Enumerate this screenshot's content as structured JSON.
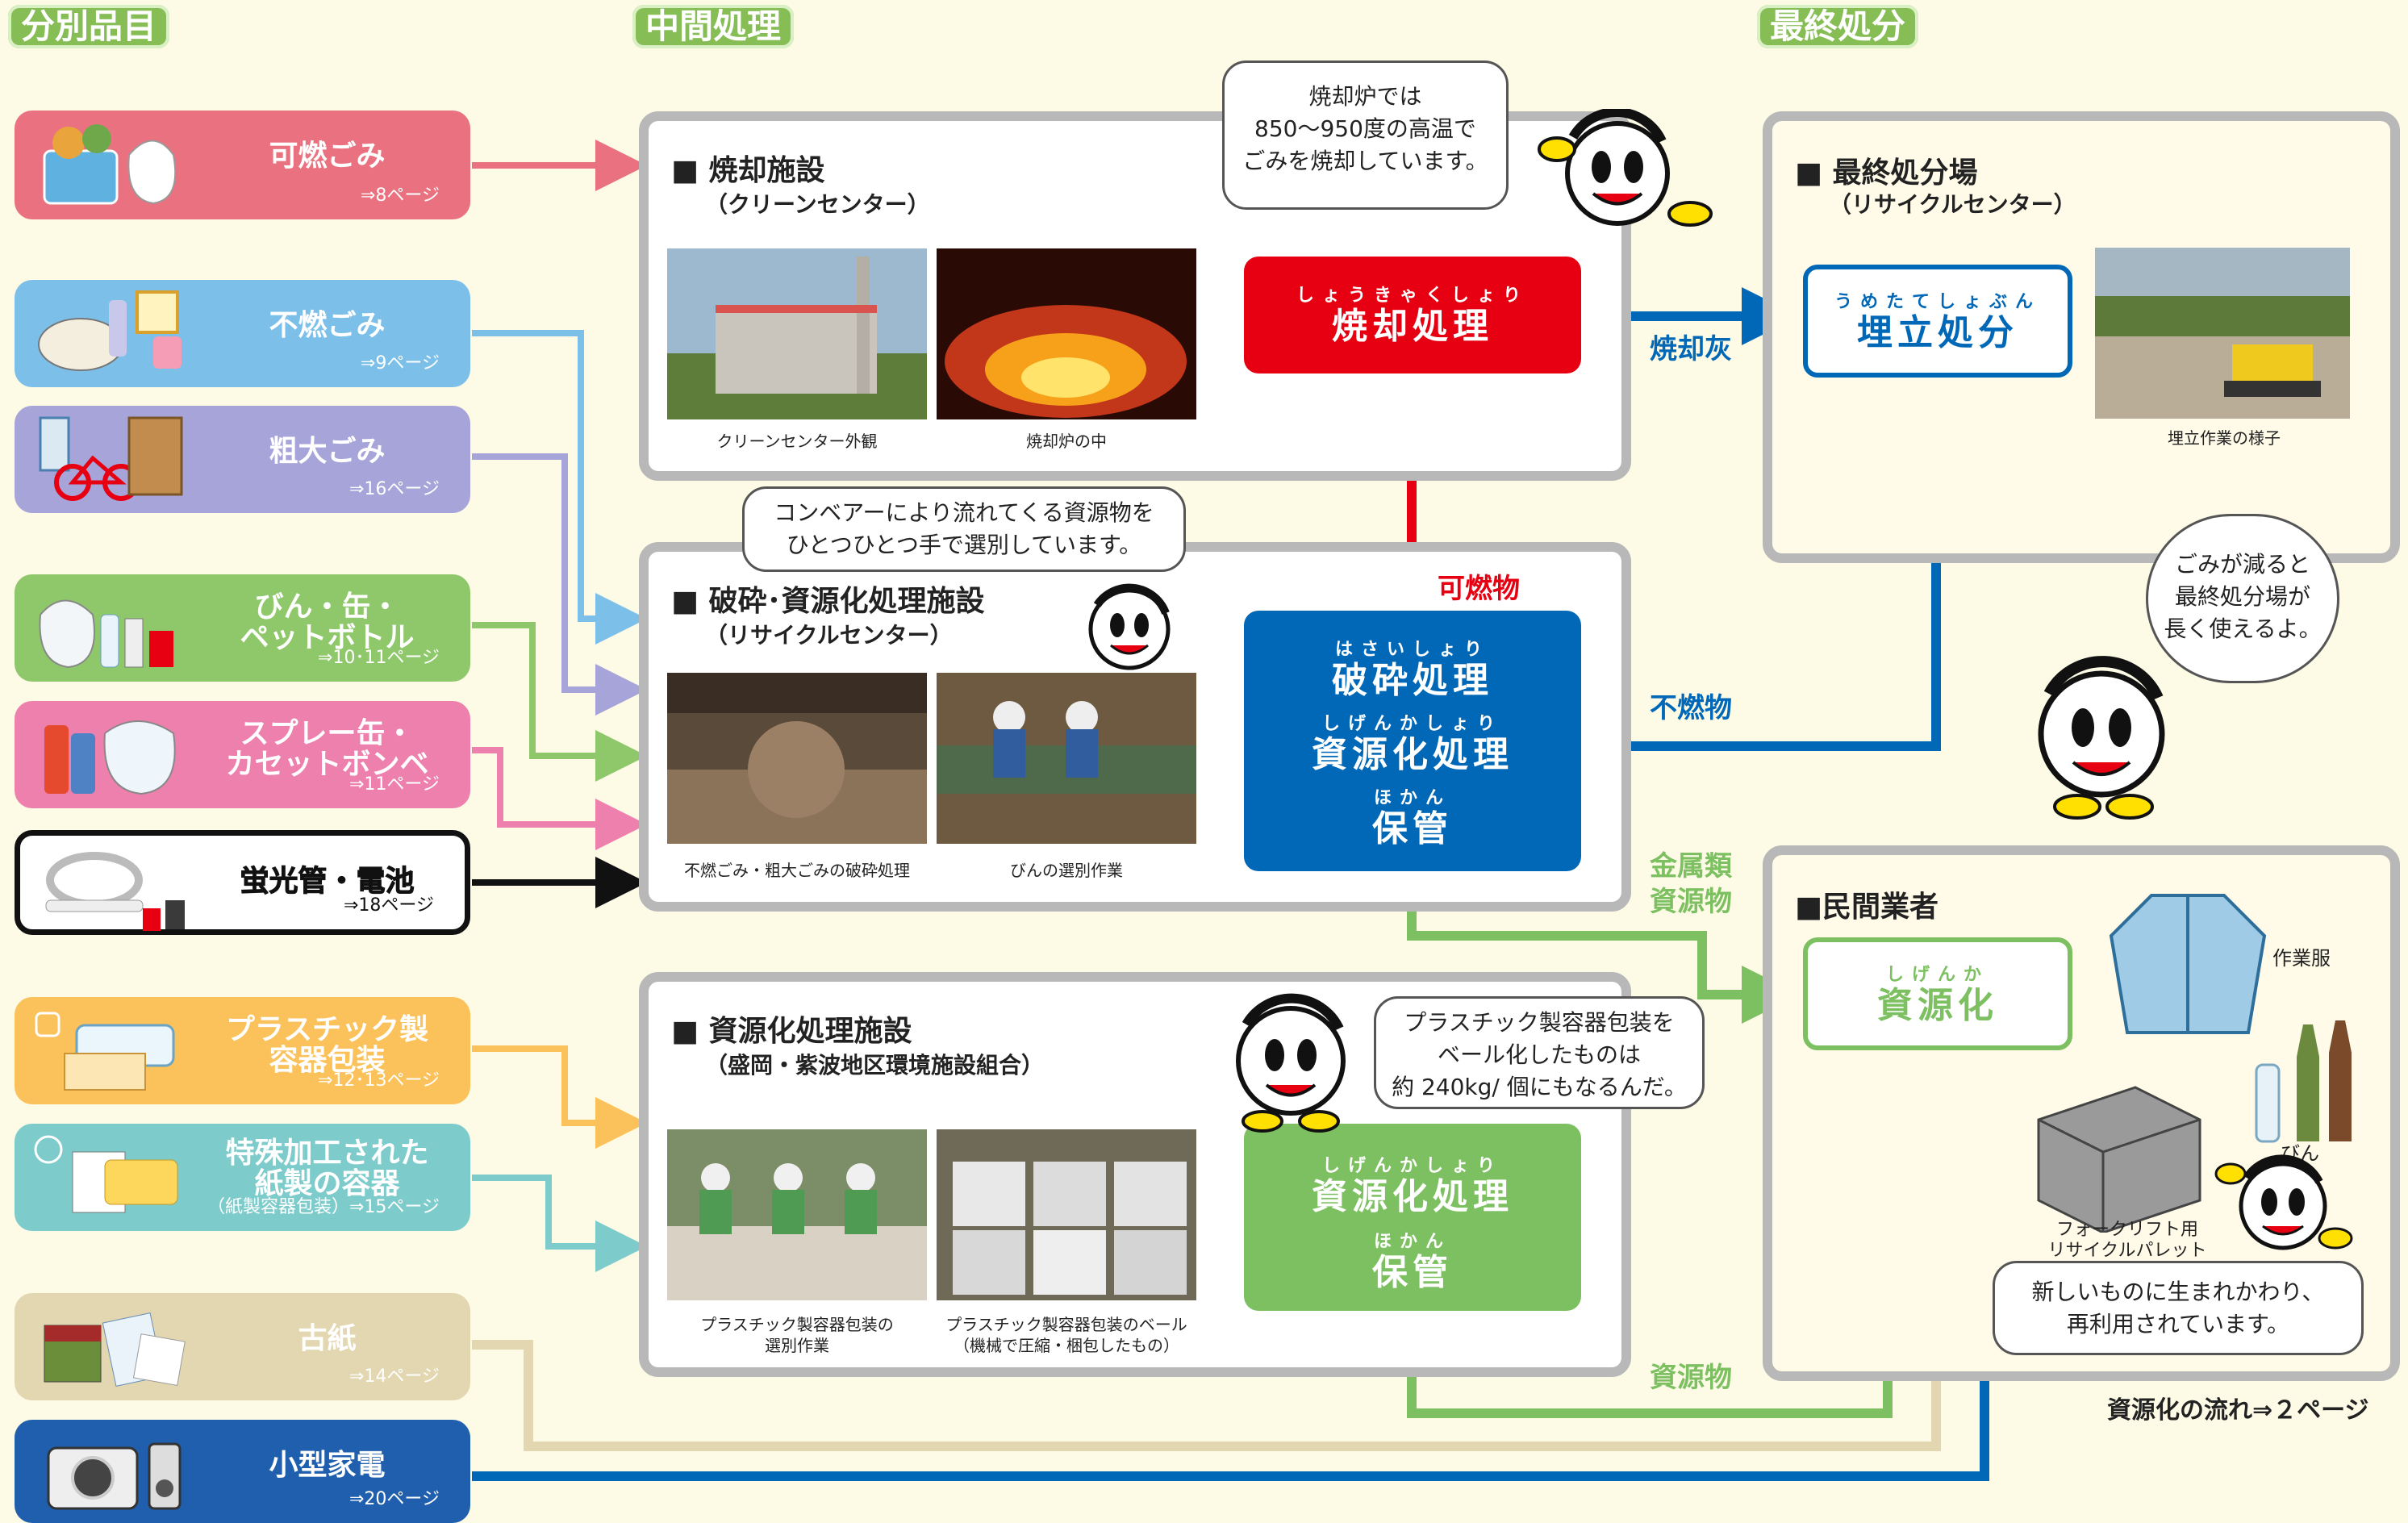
{
  "sections": {
    "sorting": "分別品目",
    "intermediate": "中間処理",
    "final": "最終処分"
  },
  "categories": [
    {
      "label": "可燃ごみ",
      "page": "⇒8ページ",
      "color": "#ea717f"
    },
    {
      "label": "不燃ごみ",
      "page": "⇒9ページ",
      "color": "#7cc0ea"
    },
    {
      "label": "粗大ごみ",
      "page": "⇒16ページ",
      "color": "#a6a4d8"
    },
    {
      "label": "びん・缶・\nペットボトル",
      "page": "⇒10･11ページ",
      "color": "#8ec86a"
    },
    {
      "label": "スプレー缶・\nカセットボンベ",
      "page": "⇒11ページ",
      "color": "#ee80ad"
    },
    {
      "label": "蛍光管・電池",
      "page": "⇒18ページ",
      "color": "#ffffff"
    },
    {
      "label": "プラスチック製\n容器包装",
      "page": "⇒12･13ページ",
      "color": "#fbc15a"
    },
    {
      "label": "特殊加工された\n紙製の容器",
      "page": "（紙製容器包装）⇒15ページ",
      "color": "#7dcccb"
    },
    {
      "label": "古紙",
      "page": "⇒14ページ",
      "color": "#e2d7b0"
    },
    {
      "label": "小型家電",
      "page": "⇒20ページ",
      "color": "#1f5fad"
    }
  ],
  "facilities": {
    "incineration": {
      "title": "■ 焼却施設",
      "sub": "（クリーンセンター）",
      "captions": [
        "クリーンセンター外観",
        "焼却炉の中"
      ]
    },
    "crushing": {
      "title": "■ 破砕･資源化処理施設",
      "sub": "（リサイクルセンター）",
      "captions": [
        "不燃ごみ・粗大ごみの破砕処理",
        "びんの選別作業"
      ]
    },
    "recycling": {
      "title": "■ 資源化処理施設",
      "sub": "（盛岡・紫波地区環境施設組合）",
      "captions": [
        "プラスチック製容器包装の\n選別作業",
        "プラスチック製容器包装のベール\n（機械で圧縮・梱包したもの）"
      ]
    }
  },
  "processes": {
    "incinerate": {
      "ruby": "しょうきゃくしょり",
      "text": "焼却処理"
    },
    "crush": {
      "ruby": "はさいしょり",
      "text": "破砕処理"
    },
    "recycle1": {
      "ruby": "しげんかしょり",
      "text": "資源化処理"
    },
    "store1": {
      "ruby": "ほかん",
      "text": "保管"
    },
    "recycle2": {
      "ruby": "しげんかしょり",
      "text": "資源化処理"
    },
    "store2": {
      "ruby": "ほかん",
      "text": "保管"
    },
    "landfill": {
      "ruby": "うめたてしょぶん",
      "text": "埋立処分"
    },
    "resource": {
      "ruby": "しげんか",
      "text": "資源化"
    }
  },
  "bubbles": {
    "incinerator": "焼却炉では\n850〜950度の高温で\nごみを焼却しています。",
    "conveyor": "コンベアーにより流れてくる資源物を\nひとつひとつ手で選別しています。",
    "bale": "プラスチック製容器包装を\nベール化したものは\n約 240kg/ 個にもなるんだ。",
    "landfill": "ごみが減ると\n最終処分場が\n長く使えるよ。",
    "reborn": "新しいものに生まれかわり、\n再利用されています。"
  },
  "flow_labels": {
    "ash": "焼却灰",
    "combustible": "可燃物",
    "noncombustible": "不燃物",
    "metal": "金属類\n資源物",
    "resources": "資源物"
  },
  "final_site": {
    "title": "■ 最終処分場",
    "sub": "（リサイクルセンター）",
    "caption": "埋立作業の様子"
  },
  "private": {
    "title": "■民間業者",
    "workwear": "作業服",
    "bottles": "びん",
    "pallet": "フォークリフト用\nリサイクルパレット"
  },
  "footer": "資源化の流れ⇒２ページ",
  "colors": {
    "red": "#e60012",
    "blue": "#0068b7",
    "green": "#7dc061",
    "beige": "#e2d7b0"
  }
}
